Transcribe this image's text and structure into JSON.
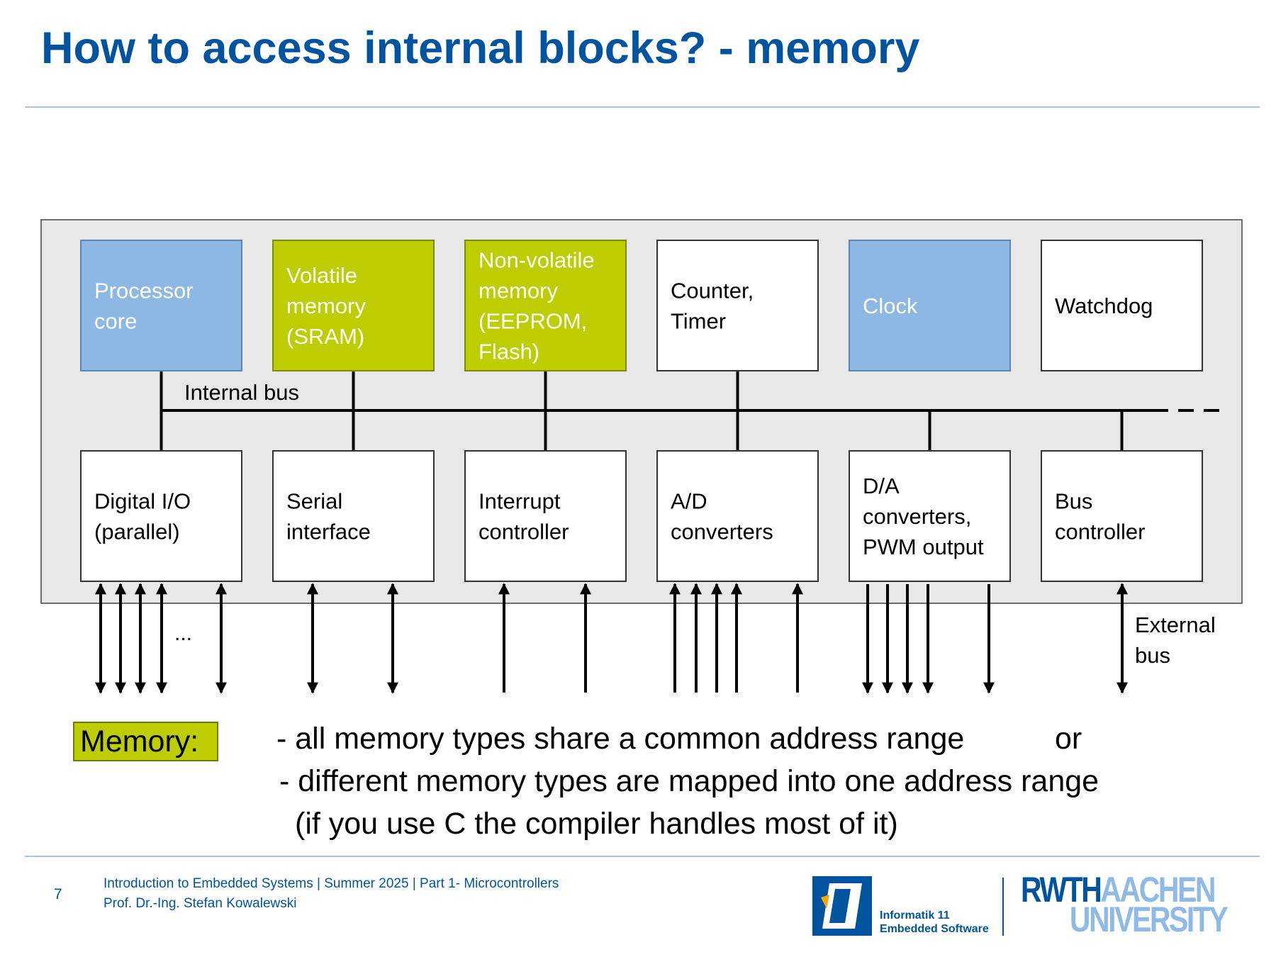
{
  "title": "How to access internal blocks? - memory",
  "colors": {
    "title": "#00549f",
    "blue_block": "#8eb8e4",
    "green_block": "#bdcd00",
    "white_block": "#ffffff",
    "chip_background": "#e8e8e8",
    "rule": "#a9c4e6"
  },
  "diagram": {
    "bus_label": "Internal bus",
    "external_bus_label": [
      "External",
      "bus"
    ],
    "ellipsis": "...",
    "top_blocks": [
      {
        "lines": [
          "Processor",
          "core"
        ],
        "fill": "blue"
      },
      {
        "lines": [
          "Volatile",
          "memory",
          "(SRAM)"
        ],
        "fill": "green"
      },
      {
        "lines": [
          "Non-volatile",
          "memory",
          "(EEPROM,",
          "Flash)"
        ],
        "fill": "green"
      },
      {
        "lines": [
          "Counter,",
          "Timer"
        ],
        "fill": "white"
      },
      {
        "lines": [
          "Clock"
        ],
        "fill": "blue"
      },
      {
        "lines": [
          "Watchdog"
        ],
        "fill": "white"
      }
    ],
    "bottom_blocks": [
      {
        "lines": [
          "Digital I/O",
          "(parallel)"
        ]
      },
      {
        "lines": [
          "Serial",
          "interface"
        ]
      },
      {
        "lines": [
          "Interrupt",
          "controller"
        ]
      },
      {
        "lines": [
          "A/D",
          "converters"
        ]
      },
      {
        "lines": [
          "D/A",
          "converters,",
          "PWM output"
        ]
      },
      {
        "lines": [
          "Bus",
          "controller"
        ]
      }
    ]
  },
  "memory": {
    "label": "Memory:",
    "line1": "- all memory types share a common address range",
    "line1_or": "or",
    "line2": "- different memory types are mapped into one address range",
    "line3": "(if you use C the compiler handles most of it)"
  },
  "footer": {
    "page": "7",
    "course": "Introduction to Embedded Systems | Summer 2025 | Part 1- Microcontrollers",
    "author": "Prof. Dr.-Ing. Stefan Kowalewski",
    "logo_i11": [
      "Informatik 11",
      "Embedded Software"
    ],
    "logo_rwth": [
      "RWTH",
      "AACHEN",
      "UNIVERSITY"
    ]
  }
}
